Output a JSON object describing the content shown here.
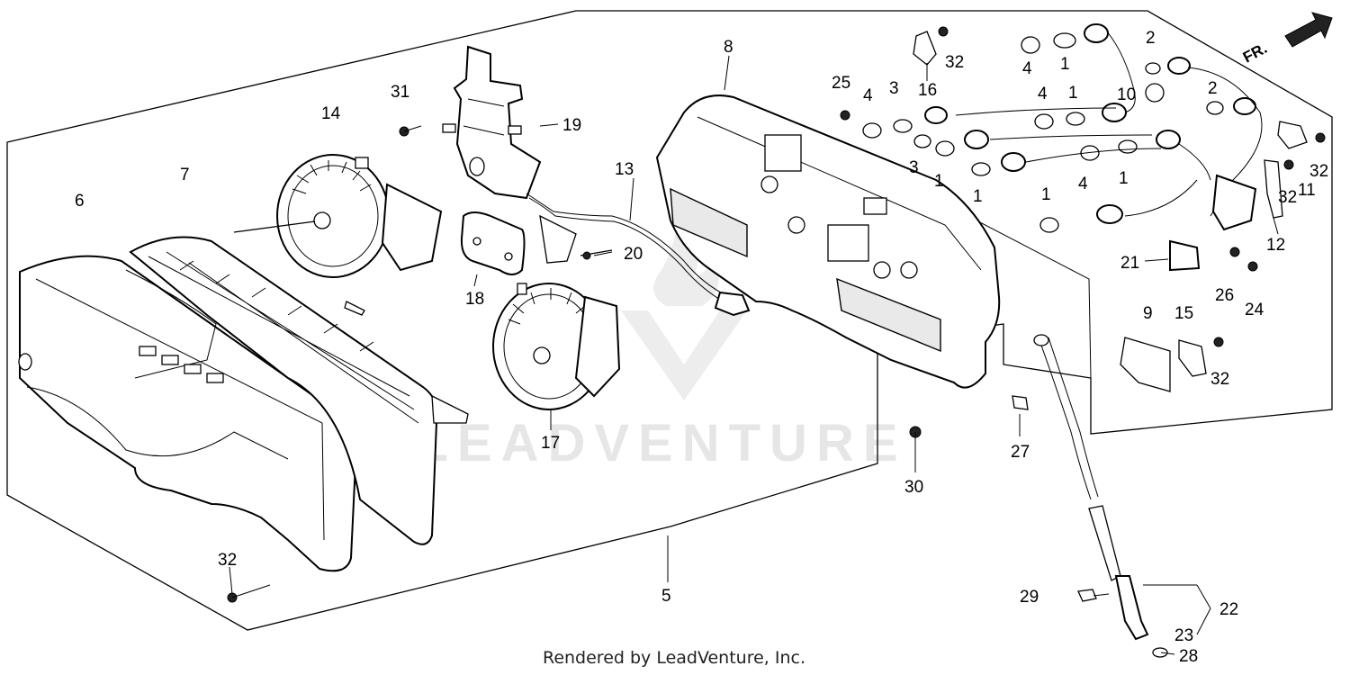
{
  "watermark": {
    "text": "LEADVENTURE"
  },
  "direction_marker": {
    "label": "FR."
  },
  "credit": "Rendered by LeadVenture, Inc.",
  "callouts": [
    "1",
    "2",
    "3",
    "4",
    "5",
    "6",
    "7",
    "8",
    "9",
    "10",
    "11",
    "12",
    "13",
    "14",
    "15",
    "16",
    "17",
    "18",
    "19",
    "20",
    "21",
    "22",
    "23",
    "24",
    "25",
    "26",
    "27",
    "28",
    "29",
    "30",
    "31",
    "32"
  ]
}
